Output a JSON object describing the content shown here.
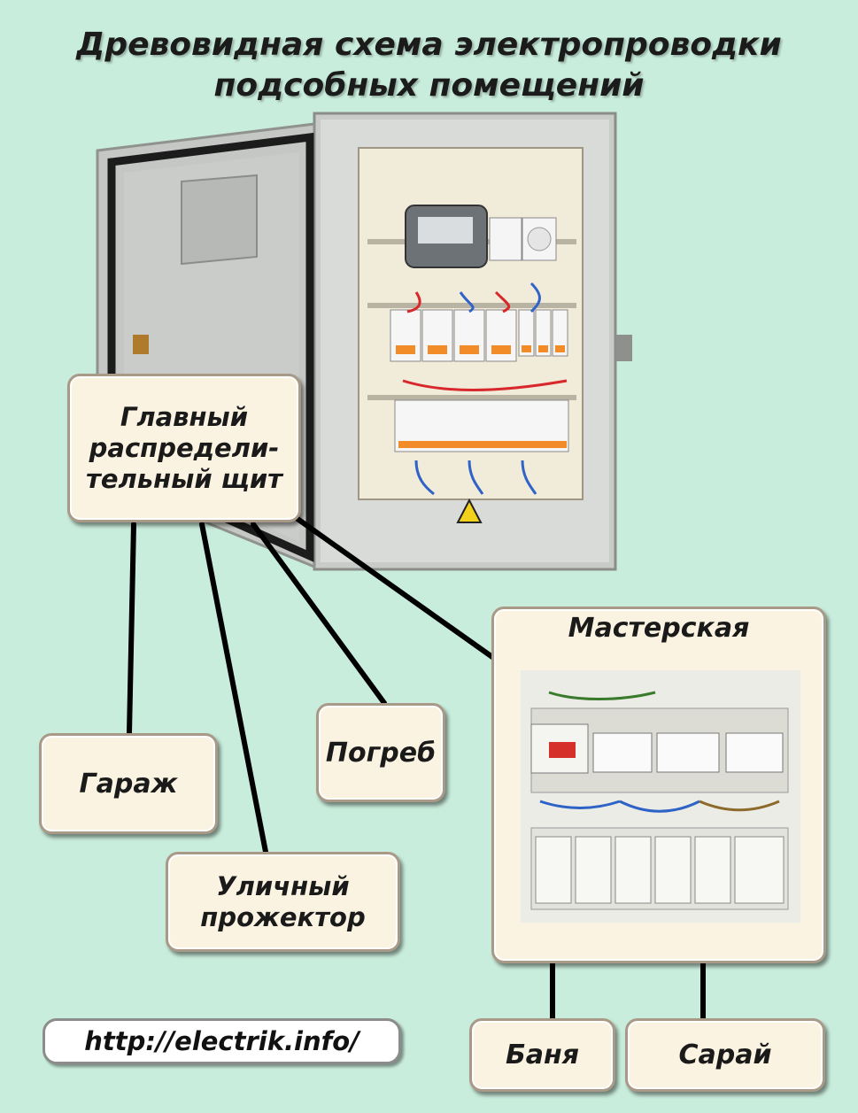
{
  "title_line1": "Древовидная схема электропроводки",
  "title_line2": "подсобных помещений",
  "nodes": {
    "main_line1": "Главный",
    "main_line2": "распредели-",
    "main_line3": "тельный щит",
    "garage": "Гараж",
    "street_line1": "Уличный",
    "street_line2": "прожектор",
    "cellar": "Погреб",
    "workshop": "Мастерская",
    "bath": "Баня",
    "shed": "Сарай"
  },
  "url": "http://electrik.info/",
  "colors": {
    "background": "#c9eddc",
    "box_fill": "#fbf3e1",
    "connector": "#000000"
  },
  "icons": [
    "distribution-cabinet-photo",
    "workshop-panel-photo",
    "high-voltage-warning-icon"
  ]
}
